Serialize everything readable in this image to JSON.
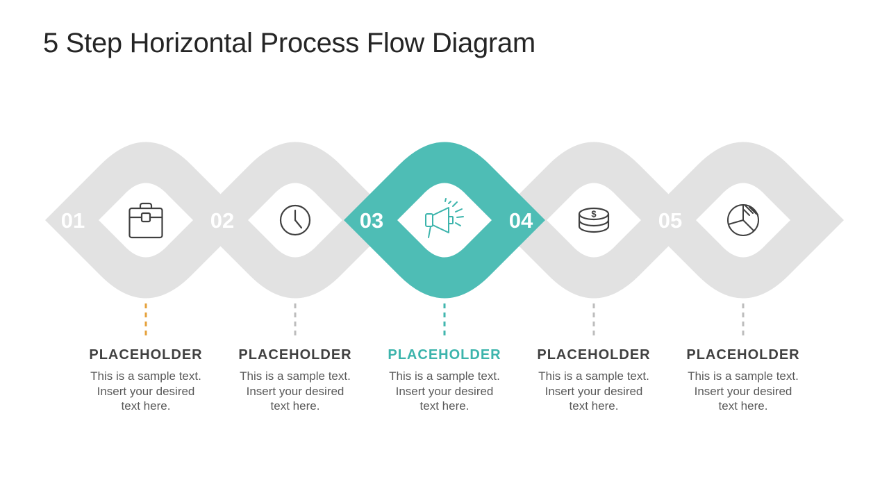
{
  "title": "5 Step Horizontal Process Flow Diagram",
  "steps": [
    {
      "number": "01",
      "icon": "briefcase-icon",
      "band_color": "#E2E2E2",
      "dash_color": "#E5A23C",
      "heading": "PLACEHOLDER",
      "body": "This is a sample text.\nInsert your desired\ntext here.",
      "highlighted": false
    },
    {
      "number": "02",
      "icon": "clock-icon",
      "band_color": "#E2E2E2",
      "dash_color": "#BDBDBD",
      "heading": "PLACEHOLDER",
      "body": "This is a sample text.\nInsert your desired\ntext here.",
      "highlighted": false
    },
    {
      "number": "03",
      "icon": "megaphone-icon",
      "band_color": "#4EBDB5",
      "dash_color": "#41B6AE",
      "heading": "PLACEHOLDER",
      "body": "This is a sample text.\nInsert your desired\ntext here.",
      "highlighted": true
    },
    {
      "number": "04",
      "icon": "coins-icon",
      "band_color": "#E2E2E2",
      "dash_color": "#BDBDBD",
      "heading": "PLACEHOLDER",
      "body": "This is a sample text.\nInsert your desired\ntext here.",
      "highlighted": false
    },
    {
      "number": "05",
      "icon": "pie-chart-icon",
      "band_color": "#E2E2E2",
      "dash_color": "#BDBDBD",
      "heading": "PLACEHOLDER",
      "body": "This is a sample text.\nInsert your desired\ntext here.",
      "highlighted": false
    }
  ],
  "colors": {
    "background": "#FFFFFF",
    "band_gray": "#E2E2E2",
    "accent_teal": "#4EBDB5",
    "title_text": "#252525",
    "heading_text": "#404040",
    "heading_highlight": "#3CB4AC",
    "body_text": "#595959",
    "number_text": "#FFFFFF",
    "icon_stroke": "#3F3F3F",
    "icon_stroke_highlight": "#3CB4AC",
    "dash_orange": "#E5A23C",
    "dash_gray": "#BDBDBD",
    "dash_teal": "#41B6AE"
  }
}
